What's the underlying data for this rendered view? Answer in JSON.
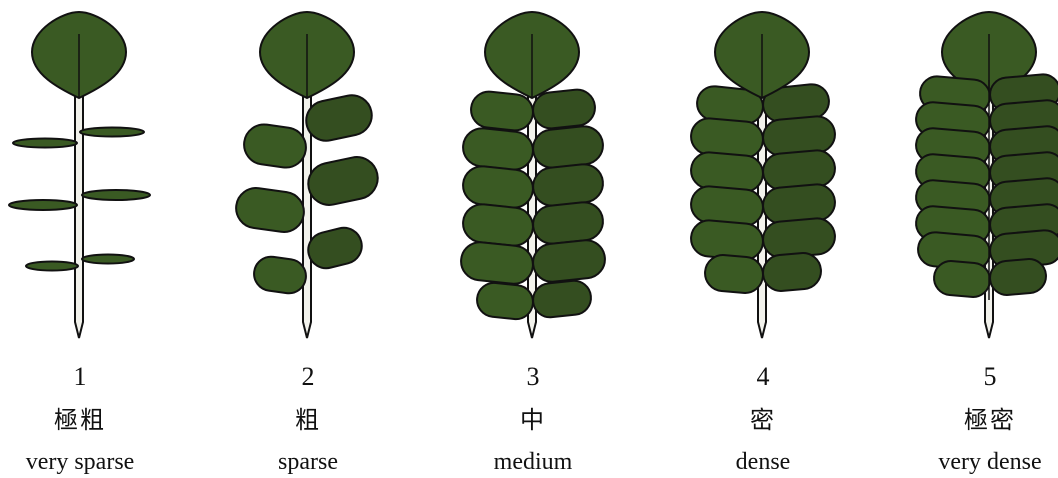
{
  "figure": {
    "colors": {
      "leaf": "#3a5a23",
      "leaf_dark": "#344e20",
      "outline": "#111111",
      "stem": "#f2f2ec",
      "background": "#ffffff"
    },
    "panels": [
      {
        "number": "1",
        "label_zh": "極粗",
        "label_en": "very sparse",
        "level": 1
      },
      {
        "number": "2",
        "label_zh": "粗",
        "label_en": "sparse",
        "level": 2
      },
      {
        "number": "3",
        "label_zh": "中",
        "label_en": "medium",
        "level": 3
      },
      {
        "number": "4",
        "label_zh": "密",
        "label_en": "dense",
        "level": 4
      },
      {
        "number": "5",
        "label_zh": "極密",
        "label_en": "very dense",
        "level": 5
      }
    ]
  }
}
